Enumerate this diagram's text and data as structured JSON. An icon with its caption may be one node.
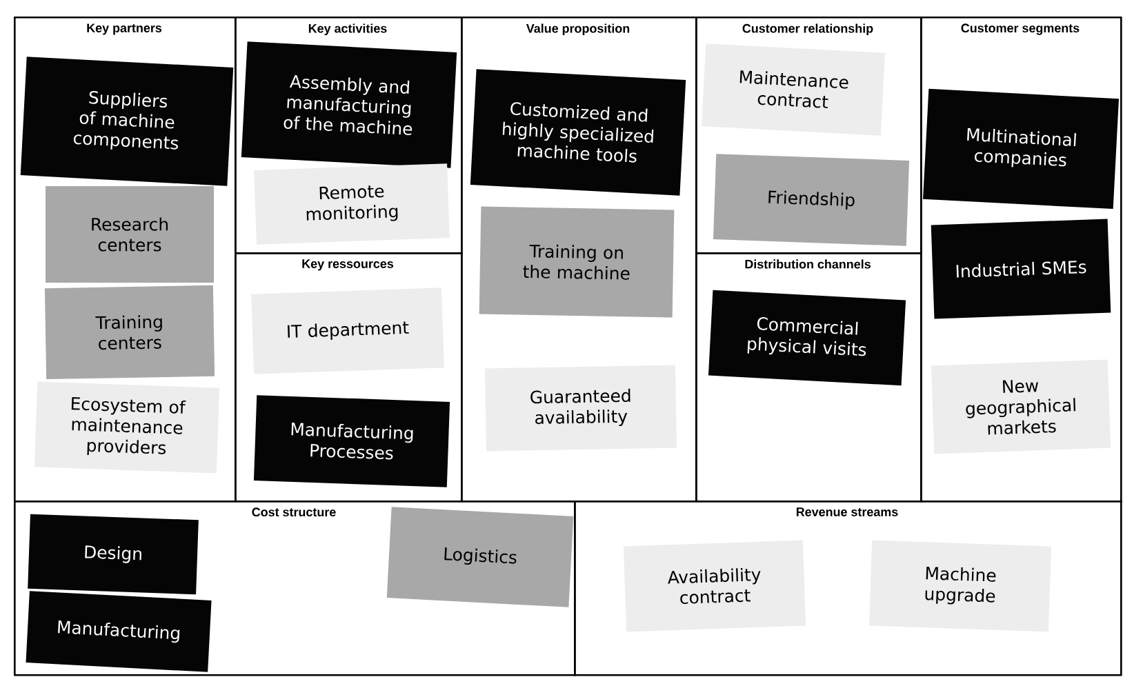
{
  "diagram": {
    "nodes": [
      {
        "text": [
          "Key partners"
        ]
      },
      {
        "text": [
          "Key activities"
        ]
      },
      {
        "text": [
          "Key ressources"
        ]
      },
      {
        "text": [
          "Value proposition"
        ]
      },
      {
        "text": [
          "Customer relationship"
        ]
      },
      {
        "text": [
          "Distribution channels"
        ]
      },
      {
        "text": [
          "Customer segments"
        ]
      },
      {
        "text": [
          "Cost structure"
        ]
      },
      {
        "text": [
          "Revenue streams"
        ]
      },
      {
        "text": [
          "Suppliers of machine components"
        ],
        "in": 0
      },
      {
        "text": [
          "Research centers"
        ],
        "in": 0
      },
      {
        "text": [
          "Training centers"
        ],
        "in": 0
      },
      {
        "text": [
          "Ecosystem of maintenance providers"
        ],
        "in": 0
      },
      {
        "text": [
          "Assembly and manufacturing of the machine"
        ],
        "in": 1
      },
      {
        "text": [
          "Remote monitoring"
        ],
        "in": 1
      },
      {
        "text": [
          "IT department"
        ],
        "in": 2
      },
      {
        "text": [
          "Manufacturing Processes"
        ],
        "in": 2
      },
      {
        "text": [
          "Customized and highly specialized machine tools"
        ],
        "in": 3
      },
      {
        "text": [
          "Training on the machine"
        ],
        "in": 3
      },
      {
        "text": [
          "Guaranteed availability"
        ],
        "in": 3
      },
      {
        "text": [
          "Maintenance contract"
        ],
        "in": 4
      },
      {
        "text": [
          "Friendship"
        ],
        "in": 4
      },
      {
        "text": [
          "Commercial physical visits"
        ],
        "in": 5
      },
      {
        "text": [
          "Multinational companies"
        ],
        "in": 6
      },
      {
        "text": [
          "Industrial SMEs"
        ],
        "in": 6
      },
      {
        "text": [
          "New geographical markets"
        ],
        "in": 6
      },
      {
        "text": [
          "Design"
        ],
        "in": 7
      },
      {
        "text": [
          "Manufacturing"
        ],
        "in": 7
      },
      {
        "text": [
          "Logistics"
        ],
        "in": 7
      },
      {
        "text": [
          "Availability contract"
        ],
        "in": 8
      },
      {
        "text": [
          "Machine upgrade"
        ],
        "in": 8
      }
    ]
  }
}
